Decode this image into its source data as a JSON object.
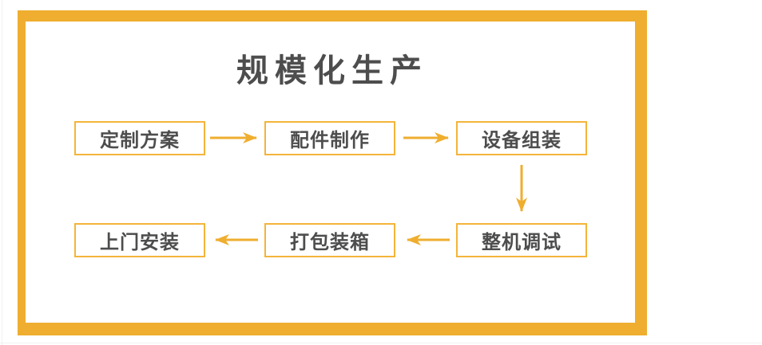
{
  "theme": {
    "accent": "#EFAE2F",
    "box_border": "#F4B43A",
    "text": "#4D4D4D",
    "background": "#FFFFFF"
  },
  "diagram": {
    "title": "规模化生产",
    "nodes": [
      {
        "label": "定制方案"
      },
      {
        "label": "配件制作"
      },
      {
        "label": "设备组装"
      },
      {
        "label": "整机调试"
      },
      {
        "label": "打包装箱"
      },
      {
        "label": "上门安装"
      }
    ],
    "edges": [
      {
        "from": "定制方案",
        "to": "配件制作",
        "direction": "right"
      },
      {
        "from": "配件制作",
        "to": "设备组装",
        "direction": "right"
      },
      {
        "from": "设备组装",
        "to": "整机调试",
        "direction": "down"
      },
      {
        "from": "整机调试",
        "to": "打包装箱",
        "direction": "left"
      },
      {
        "from": "打包装箱",
        "to": "上门安装",
        "direction": "left"
      }
    ]
  }
}
